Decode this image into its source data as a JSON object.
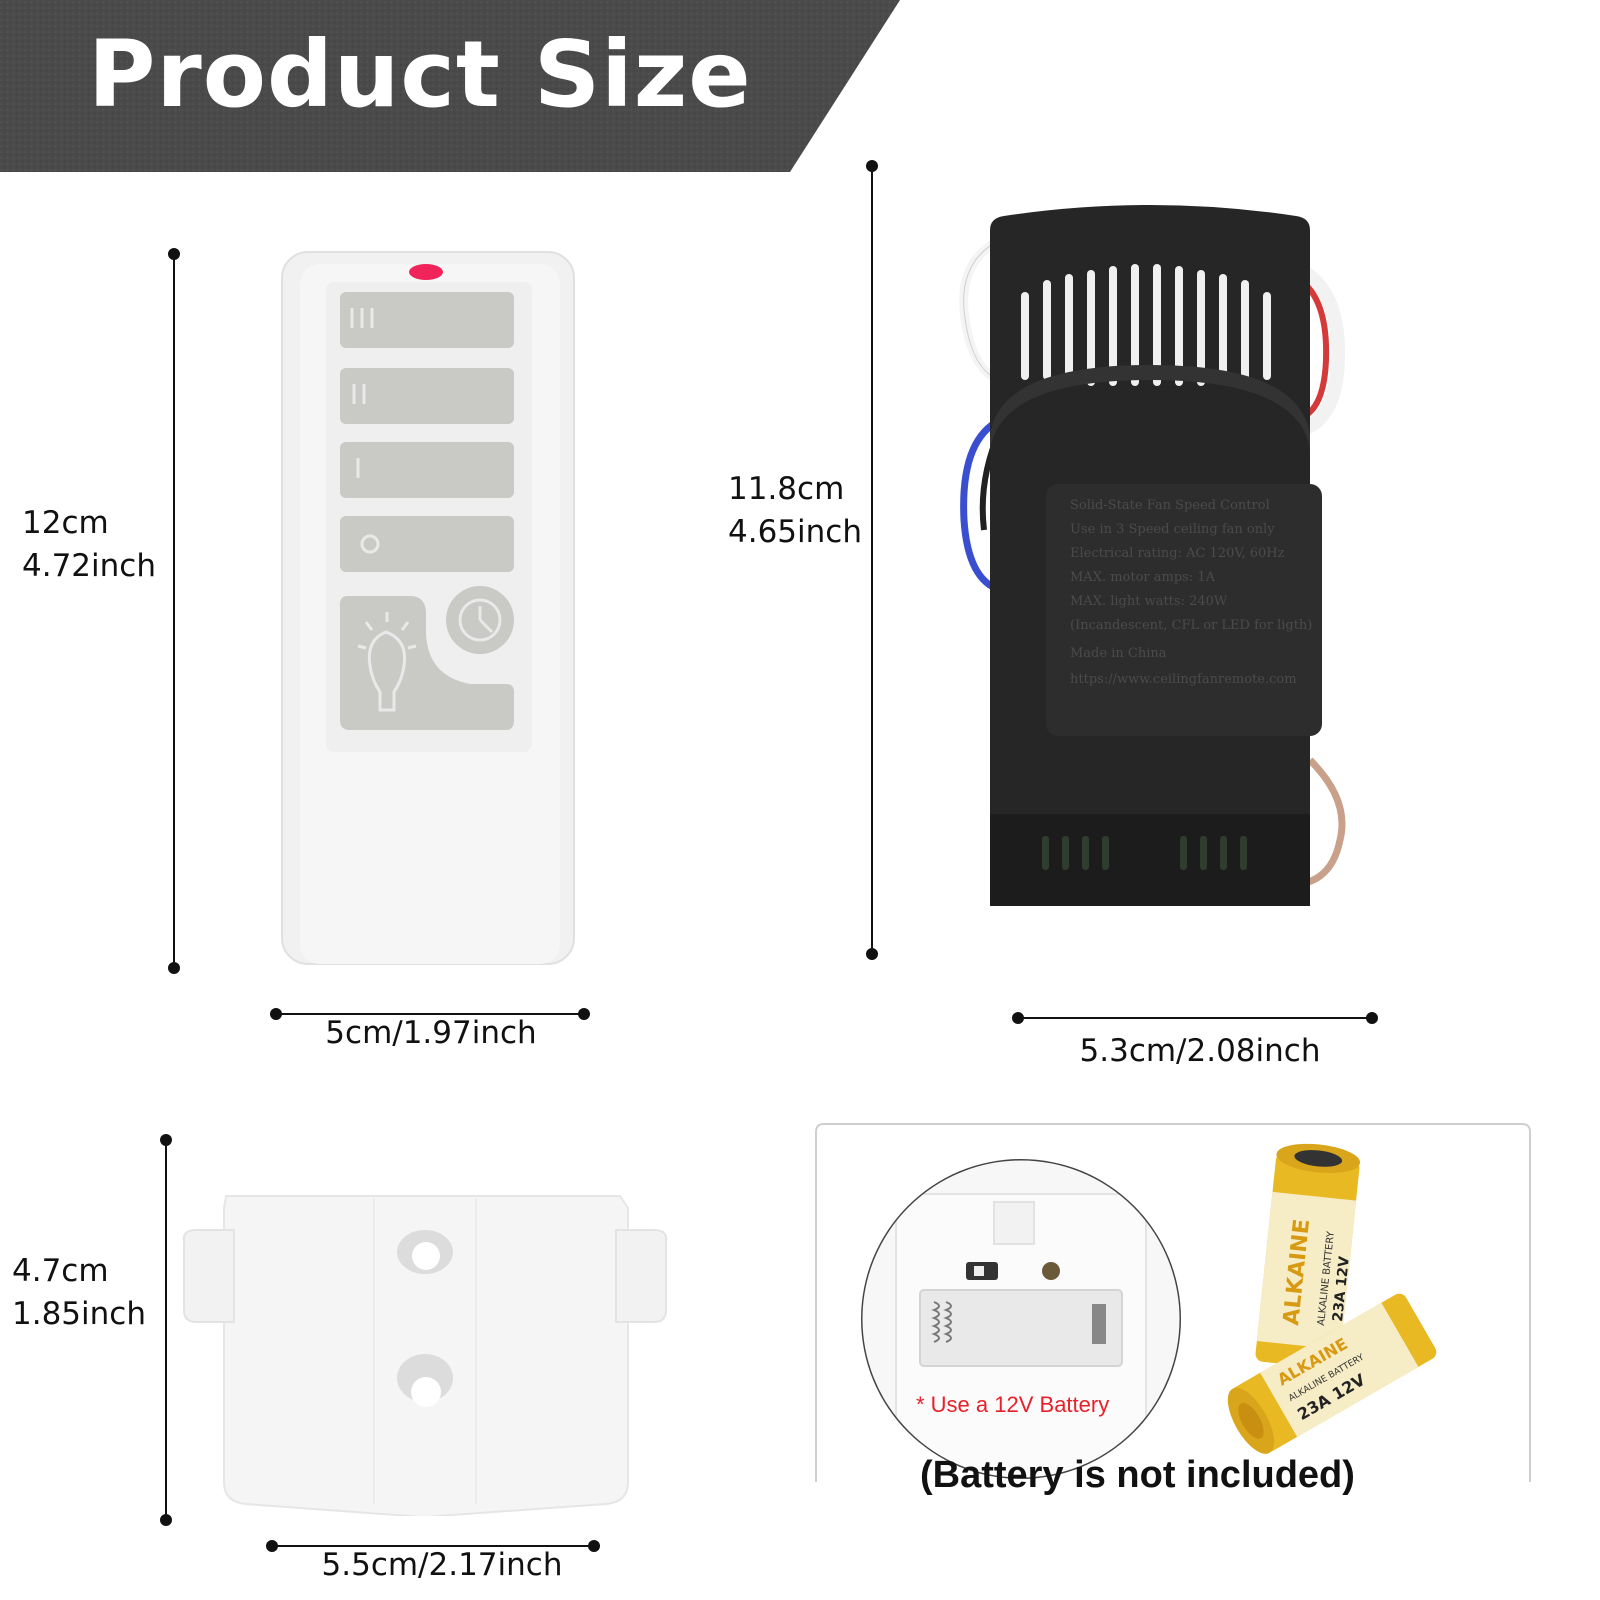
{
  "banner": {
    "title": "Product Size"
  },
  "remote": {
    "height": "12cm",
    "height_in": "4.72inch",
    "width": "5cm/1.97inch"
  },
  "receiver": {
    "height": "11.8cm",
    "height_in": "4.65inch",
    "width": "5.3cm/2.08inch",
    "label_lines": [
      "Solid-State Fan Speed Control",
      "Use in 3 Speed ceiling fan only",
      "Electrical rating: AC 120V, 60Hz",
      "MAX. motor amps: 1A",
      "MAX. light watts: 240W",
      "(Incandescent, CFL or LED for ligth)",
      "Made in China",
      "https://www.ceilingfanremote.com"
    ]
  },
  "holder": {
    "height": "4.7cm",
    "height_in": "1.85inch",
    "width": "5.5cm/2.17inch"
  },
  "battery": {
    "note": "* Use a 12V Battery",
    "caption": "(Battery is not included)",
    "label_brand": "ALKAINE",
    "label_type": "ALKALINE BATTERY",
    "label_model": "23A 12V"
  },
  "colors": {
    "banner": "#4a4a4a",
    "button": "#c9c9c6",
    "receiver": "#262626",
    "battery_gold": "#e8b923",
    "note_red": "#e8202a"
  },
  "icons": [
    "speed-high-icon",
    "speed-medium-icon",
    "speed-low-icon",
    "off-icon",
    "light-bulb-icon",
    "clock-icon"
  ]
}
